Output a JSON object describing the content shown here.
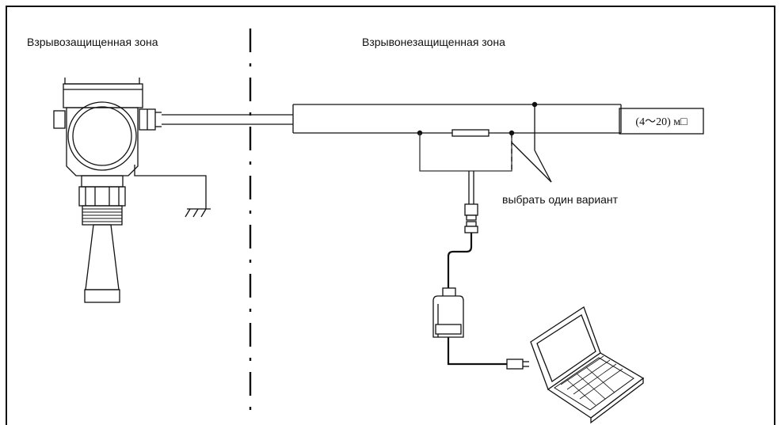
{
  "zones": {
    "left_label": "Взрывозащищенная зона",
    "right_label": "Взрывонезащищенная зона"
  },
  "signal_box": {
    "label": "(4～20) м□"
  },
  "choice_note": "выбрать один вариант",
  "colors": {
    "line": "#111111",
    "background": "#ffffff",
    "device_fill": "#ffffff"
  },
  "icons": {
    "transmitter": "radar-level-transmitter-icon",
    "ground": "ground-icon",
    "modem": "hart-modem-icon",
    "laptop": "laptop-icon"
  }
}
